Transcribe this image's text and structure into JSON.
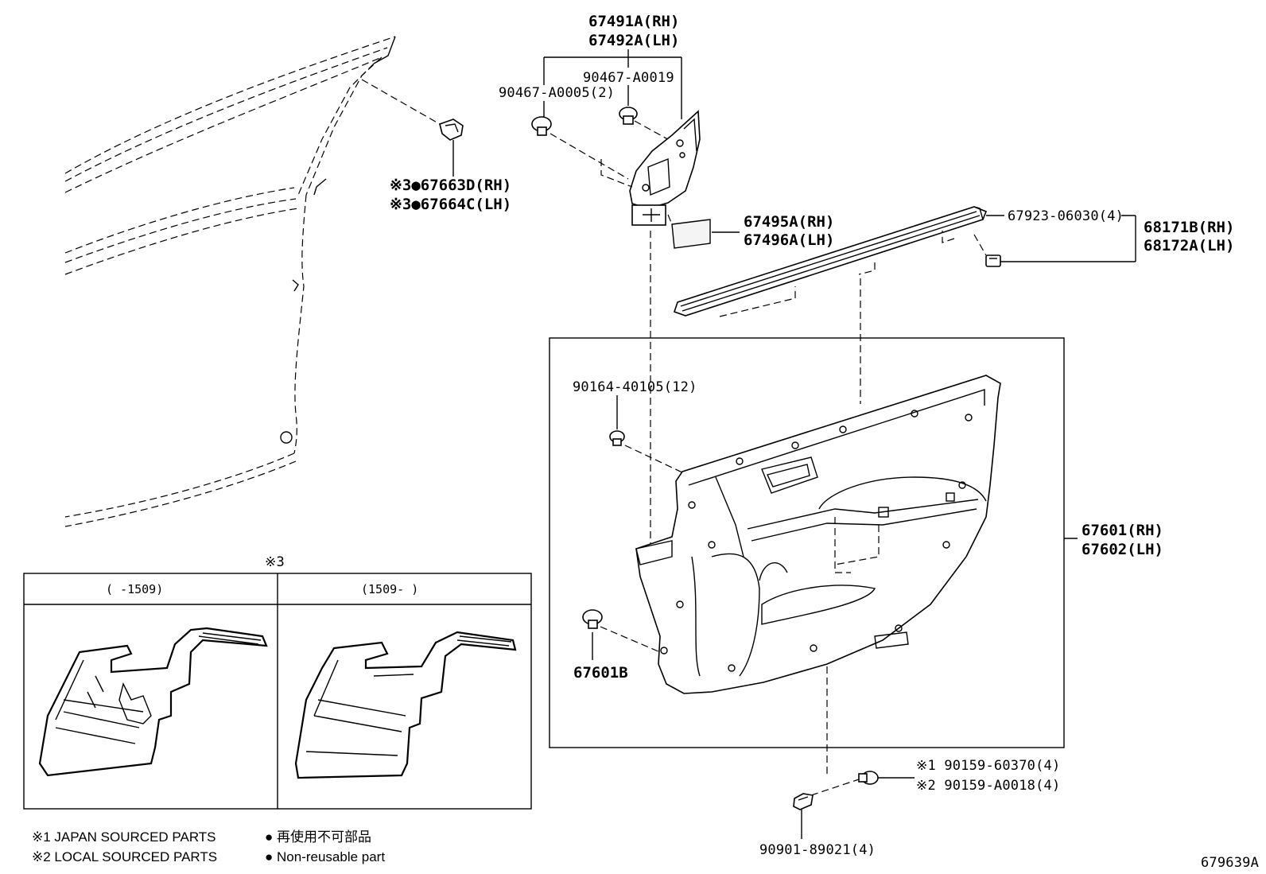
{
  "labels": {
    "p67491a": "67491A(RH)",
    "p67492a": "67492A(LH)",
    "p90467_a0019": "90467-A0019",
    "p90467_a0005": "90467-A0005(2)",
    "p67663d": "※3●67663D(RH)",
    "p67664c": "※3●67664C(LH)",
    "p67495a": "67495A(RH)",
    "p67496a": "67496A(LH)",
    "p67923": "67923-06030(4)",
    "p68171b": "68171B(RH)",
    "p68172a": "68172A(LH)",
    "p90164": "90164-40105(12)",
    "p67601": "67601(RH)",
    "p67602": "67602(LH)",
    "p67601b": "67601B",
    "p90159_60370": "※1 90159-60370(4)",
    "p90159_a0018": "※2 90159-A0018(4)",
    "p90901": "90901-89021(4)",
    "diagram_id": "679639A"
  },
  "inset": {
    "note": "※3",
    "col_left_header": "(      -1509)",
    "col_right_header": "(1509-      )"
  },
  "legend": {
    "japan": "※1 JAPAN SOURCED PARTS",
    "local": "※2 LOCAL SOURCED PARTS",
    "nonreuse_jp": "● 再使用不可部品",
    "nonreuse_en": "● Non-reusable part"
  }
}
